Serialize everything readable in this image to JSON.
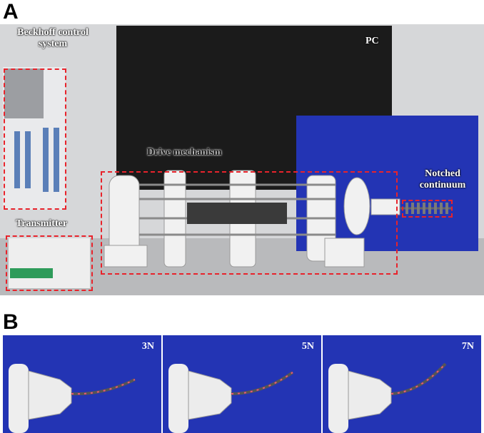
{
  "panels": {
    "a": {
      "letter": "A"
    },
    "b": {
      "letter": "B"
    }
  },
  "labels": {
    "beckhoff": "Beckhoff control system",
    "pc": "PC",
    "drive": "Drive mechanism",
    "notched": "Notched continuum",
    "transmitter": "Transmitter"
  },
  "forces": [
    "3N",
    "5N",
    "7N"
  ],
  "colors": {
    "annotation_box": "#e8232b",
    "backdrop_blue": "#2334b4",
    "monitor": "#1b1b1b",
    "label_text": "#ffffff"
  }
}
